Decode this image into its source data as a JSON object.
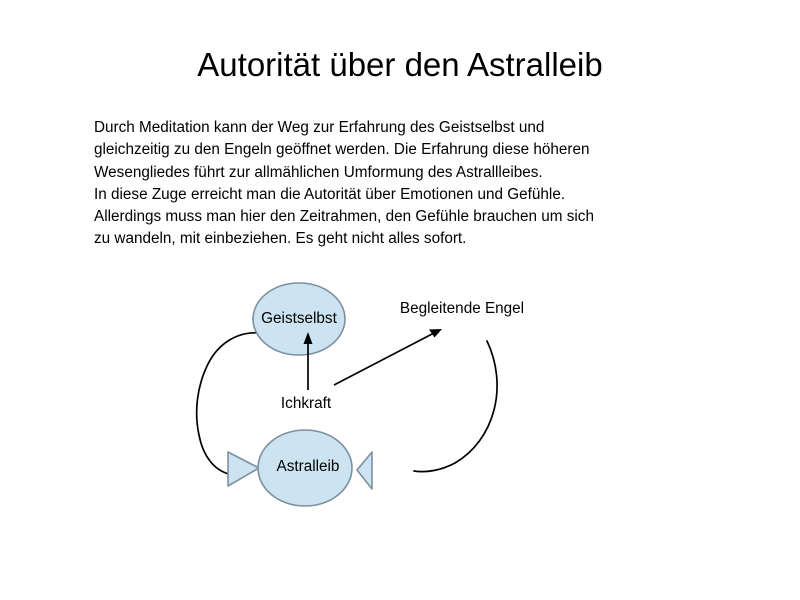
{
  "slide": {
    "title": "Autorität über den Astralleib",
    "background_color": "#ffffff",
    "text_color": "#000000"
  },
  "body": {
    "lines": [
      "Durch Meditation kann der Weg zur Erfahrung des Geistselbst und",
      "gleichzeitig zu den Engeln geöffnet werden. Die Erfahrung diese höheren",
      "Wesengliedes führt zur allmählichen Umformung des Astrallleibes.",
      "In diese Zuge erreicht man die Autorität über Emotionen und Gefühle.",
      "Allerdings muss man hier den Zeitrahmen, den Gefühle brauchen um sich",
      "zu wandeln, mit einbeziehen. Es geht nicht alles sofort."
    ]
  },
  "diagram": {
    "shape_fill_color": "#cce3f1",
    "shape_border_color": "#7e8f9f",
    "connector_color": "#000000",
    "nodes": [
      {
        "id": "geistselbst",
        "label": "Geistselbst"
      },
      {
        "id": "astralleib",
        "label": "Astralleib"
      }
    ],
    "labels": [
      {
        "id": "ichkraft",
        "label": "Ichkraft"
      },
      {
        "id": "begleitende-engel",
        "label": "Begleitende Engel"
      }
    ]
  }
}
